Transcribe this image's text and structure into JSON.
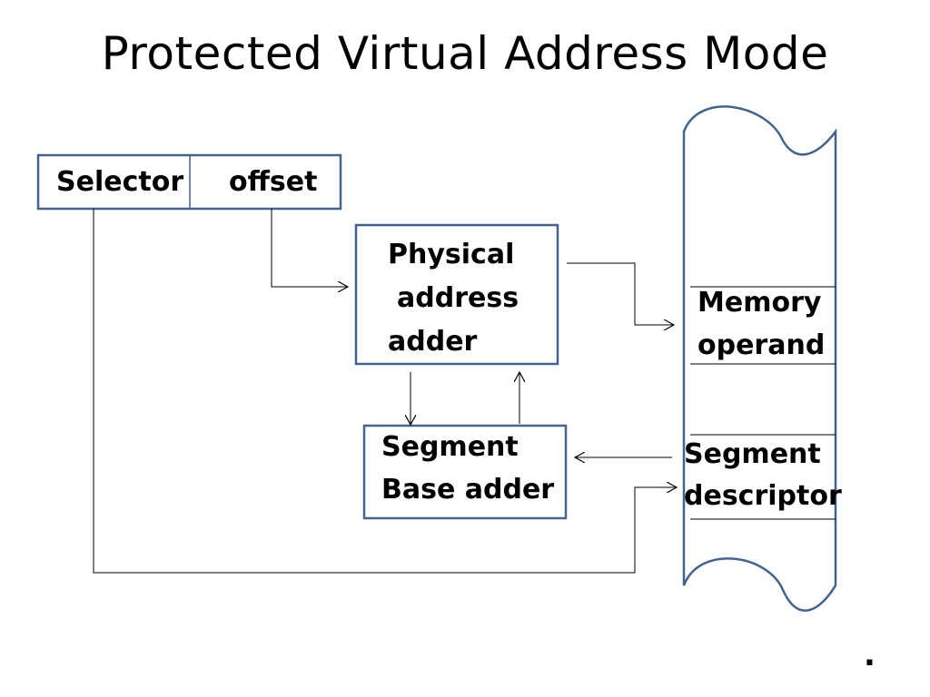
{
  "title": "Protected Virtual Address Mode",
  "selector_box": {
    "selector_label": "Selector",
    "offset_label": "offset"
  },
  "physical_adder": {
    "line1": "Physical",
    "line2": "address",
    "line3": "adder"
  },
  "segment_base_adder": {
    "line1": "Segment",
    "line2": "Base adder"
  },
  "memory": {
    "operand_line1": "Memory",
    "operand_line2": "operand",
    "descriptor_line1": "Segment",
    "descriptor_line2": "descriptor"
  },
  "footer_mark": ".",
  "colors": {
    "box_border": "#41638F",
    "arrow": "#000000"
  }
}
